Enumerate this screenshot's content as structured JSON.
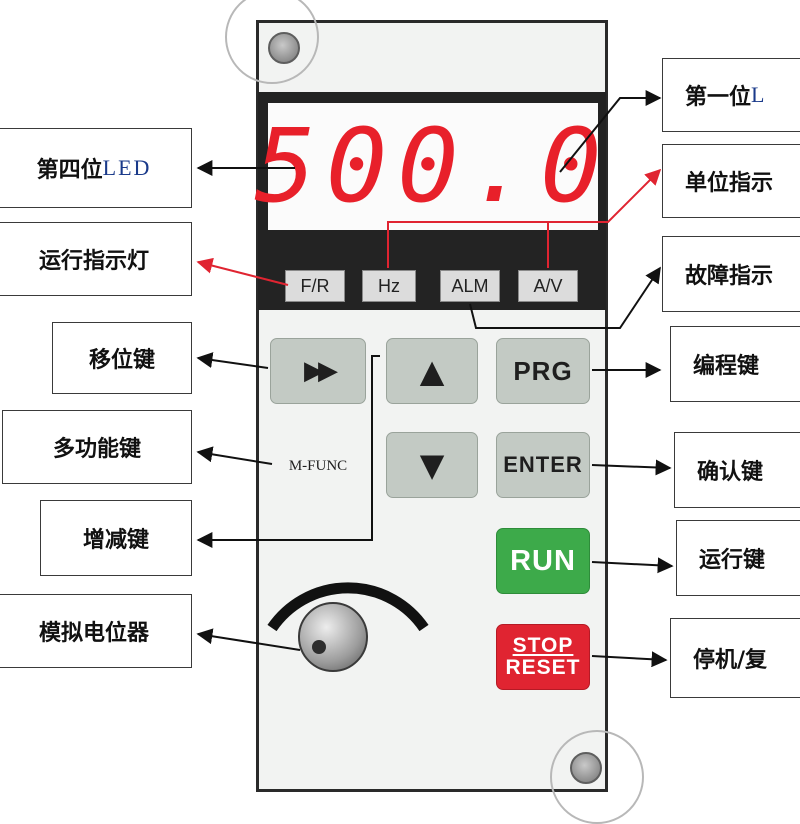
{
  "display": {
    "value": "500.0",
    "color": "#e8202a"
  },
  "indicators": [
    "F/R",
    "Hz",
    "ALM",
    "A/V"
  ],
  "keys": {
    "shift_symbol": "▶▶",
    "up_symbol": "▲",
    "down_symbol": "▼",
    "prg": "PRG",
    "mfunc": "M-FUNC",
    "enter": "ENTER",
    "run": "RUN",
    "stop": "STOP",
    "reset": "RESET"
  },
  "labels_left": {
    "fourth_led_prefix": "第四位",
    "fourth_led_suffix": "LED",
    "run_indicator": "运行指示灯",
    "shift_key": "移位键",
    "multi_function_key": "多功能键",
    "inc_dec_key": "增减键",
    "potentiometer": "模拟电位器"
  },
  "labels_right": {
    "first_led_prefix": "第一位",
    "first_led_suffix": "L",
    "unit_indicator": "单位指示",
    "fault_indicator": "故障指示",
    "program_key": "编程键",
    "confirm_key": "确认键",
    "run_key": "运行键",
    "stop_reset_key": "停机/复"
  },
  "colors": {
    "run_button": "#3daa4a",
    "stop_button": "#e02431",
    "key_face": "#c3cac4",
    "red_callout": "#e02431"
  }
}
